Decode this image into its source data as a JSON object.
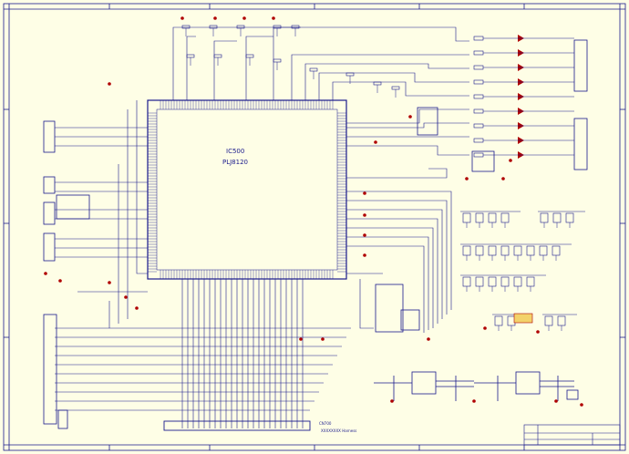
{
  "schematic": {
    "main_chip": {
      "line1": "IC500",
      "line2": "PLJ8120"
    },
    "bottom_connector_label": "CN700",
    "bottom_caption": "XXXXXXXX Harness",
    "title_block": {
      "title": ""
    }
  },
  "colors": {
    "background": "#fefee6",
    "wire": "#1a1a8c",
    "component_red": "#b00000",
    "ground_yellow": "#f3d26a"
  }
}
